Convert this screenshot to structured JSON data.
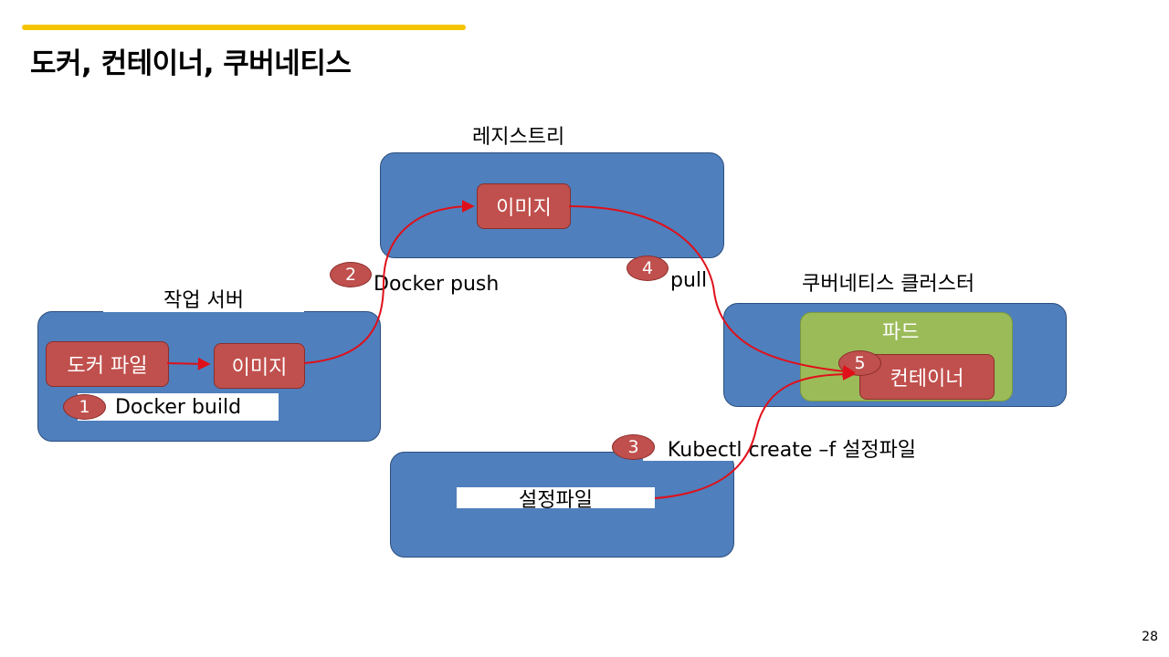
{
  "slide": {
    "title": "도커, 컨테이너, 쿠버네티스",
    "page_number": "28",
    "accent_color": "#f5c400"
  },
  "work_server": {
    "label": "작업 서버",
    "dockerfile": "도커 파일",
    "image": "이미지",
    "step_badge": "1",
    "step_label": "Docker build"
  },
  "registry": {
    "label": "레지스트리",
    "image": "이미지"
  },
  "push_step": {
    "badge": "2",
    "label": "Docker push"
  },
  "pull_step": {
    "badge": "4",
    "label": "pull"
  },
  "cluster": {
    "label": "쿠버네티스 클러스터",
    "pod": "파드",
    "container": "컨테이너",
    "badge": "5"
  },
  "config": {
    "file": "설정파일",
    "badge": "3",
    "command": "Kubectl create –f 설정파일"
  },
  "colors": {
    "box_blue": "#4f7fbc",
    "item_red": "#c0504d",
    "pod_green": "#9bbb59",
    "arrow_red": "#e0101a"
  }
}
